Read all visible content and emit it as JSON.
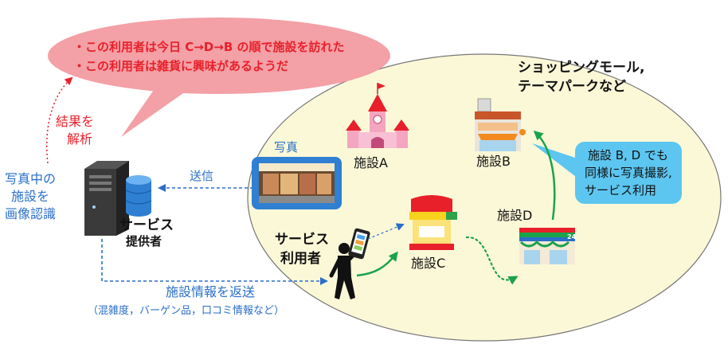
{
  "speech_lines": [
    "・この利用者は今日 C→D→B の順で施設を訪れた",
    "・この利用者は雑貨に興味があるようだ"
  ],
  "result_label": [
    "結果を",
    "解析"
  ],
  "recognition_label": [
    "写真中の",
    "施設を",
    "画像認識"
  ],
  "provider_label": [
    "サービス",
    "提供者"
  ],
  "send_label": "送信",
  "photo_label": "写真",
  "user_label": [
    "サービス",
    "利用者"
  ],
  "venue_label": [
    "ショッピングモール,",
    "テーマパークなど"
  ],
  "facilities": {
    "a": "施設A",
    "b": "施設B",
    "c": "施設C",
    "d": "施設D"
  },
  "bubble_lines": [
    "施設 B, D でも",
    "同様に写真撮影,",
    "サービス利用"
  ],
  "return_label": "施設情報を返送",
  "return_sub": "（混雑度，バーゲン品，口コミ情報など）",
  "store_sign": "24",
  "colors": {
    "red": "#e8202a",
    "blue": "#2a6fc9",
    "green": "#1aa34a",
    "ellipse": "#fbf8d8",
    "bubble": "#f3a0a6",
    "callout": "#5cc6f0"
  }
}
